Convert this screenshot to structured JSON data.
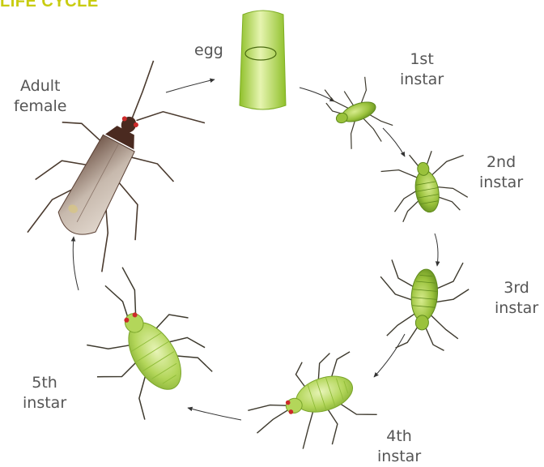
{
  "title": "LIFE CYCLE",
  "colors": {
    "title": "#c8cc10",
    "label": "#555555",
    "arrow": "#333333",
    "nymph_light": "#c9e07a",
    "nymph_mid": "#9ac23c",
    "nymph_dark": "#5f8a1c",
    "egg": "#a8d03a",
    "adult_body": "#4a2a20",
    "adult_wing": "#c9beb4"
  },
  "labels": {
    "egg": "egg",
    "instar1": [
      "1st",
      "instar"
    ],
    "instar2": [
      "2nd",
      "instar"
    ],
    "instar3": [
      "3rd",
      "instar"
    ],
    "instar4": [
      "4th",
      "instar"
    ],
    "instar5": [
      "5th",
      "instar"
    ],
    "adult": [
      "Adult",
      "female"
    ]
  }
}
